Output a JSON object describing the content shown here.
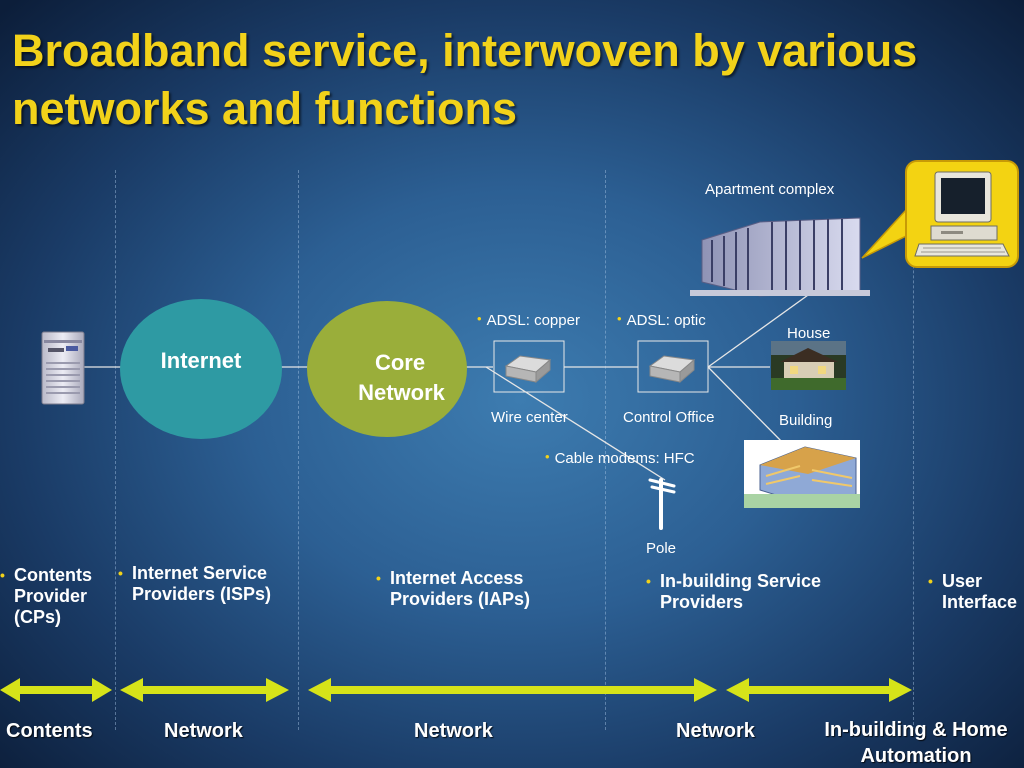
{
  "title": "Broadband service, interwoven by various networks and functions",
  "nodes": {
    "internet": "Internet",
    "core_network": [
      "Core",
      "Network"
    ]
  },
  "labels": {
    "apartment_complex": "Apartment complex",
    "adsl_copper": "ADSL: copper",
    "adsl_optic": "ADSL: optic",
    "house": "House",
    "building": "Building",
    "wire_center": "Wire center",
    "control_office": "Control Office",
    "cable_modems": "Cable modems: HFC",
    "pole": "Pole"
  },
  "categories": [
    "Contents Provider (CPs)",
    "Internet Service Providers (ISPs)",
    "Internet Access Providers (IAPs)",
    "In-building Service Providers",
    "User Interface"
  ],
  "bottom_labels": [
    "Contents",
    "Network",
    "Network",
    "Network",
    "In-building & Home Automation"
  ],
  "icons": [
    "server-icon",
    "modem-icon",
    "apartment-icon",
    "house-icon",
    "office-building-icon",
    "utility-pole-icon",
    "computer-icon"
  ],
  "colors": {
    "title": "#f2d21a",
    "internet_ellipse": "#2e9aa3",
    "core_ellipse": "#9aae3a",
    "arrows": "#d6e319",
    "bubble": "#f3d312"
  }
}
